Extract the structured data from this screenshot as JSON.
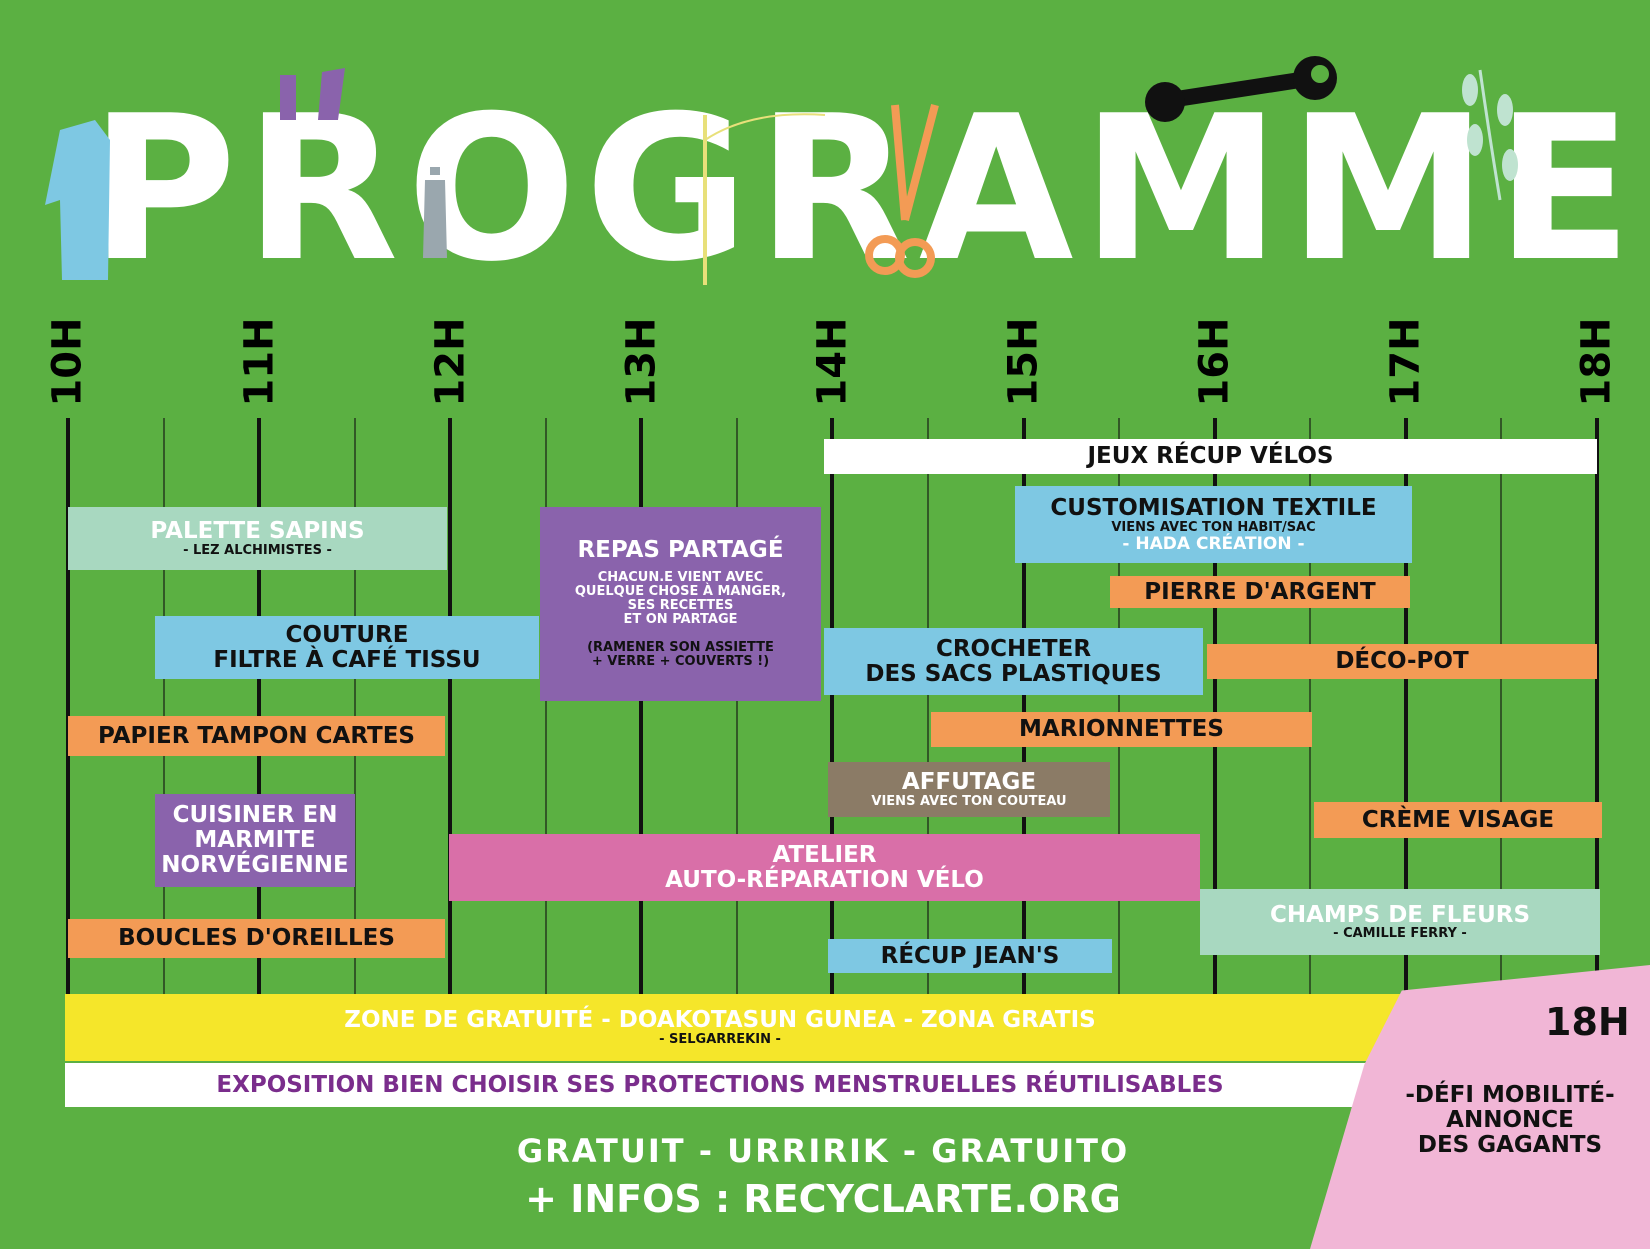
{
  "title": "PROGRAMME",
  "hours": [
    "10H",
    "11H",
    "12H",
    "13H",
    "14H",
    "15H",
    "16H",
    "17H",
    "18H"
  ],
  "events": {
    "jeux": {
      "title": "JEUX RÉCUP VÉLOS"
    },
    "palette": {
      "title": "PALETTE SAPINS",
      "org": "- LEZ ALCHIMISTES -"
    },
    "repas": {
      "title": "REPAS PARTAGÉ",
      "l1": "CHACUN.E VIENT AVEC",
      "l2": "QUELQUE CHOSE À MANGER,",
      "l3": "SES RECETTES",
      "l4": "ET ON PARTAGE",
      "n1": "(RAMENER SON ASSIETTE",
      "n2": "+ VERRE + COUVERTS !)"
    },
    "custom": {
      "title": "CUSTOMISATION TEXTILE",
      "sub": "VIENS AVEC TON HABIT/SAC",
      "org": "- HADA CRÉATION -"
    },
    "pierre": {
      "title": "PIERRE D'ARGENT"
    },
    "couture": {
      "l1": "COUTURE",
      "l2": "FILTRE À CAFÉ TISSU"
    },
    "crocheter": {
      "l1": "CROCHETER",
      "l2": "DES SACS PLASTIQUES"
    },
    "deco": {
      "title": "DÉCO-POT"
    },
    "papier": {
      "title": "PAPIER TAMPON CARTES"
    },
    "marionnettes": {
      "title": "MARIONNETTES"
    },
    "affutage": {
      "title": "AFFUTAGE",
      "sub": "VIENS AVEC TON COUTEAU"
    },
    "creme": {
      "title": "CRÈME VISAGE"
    },
    "cuisiner": {
      "l1": "CUISINER EN",
      "l2": "MARMITE",
      "l3": "NORVÉGIENNE"
    },
    "atelier": {
      "l1": "ATELIER",
      "l2": "AUTO-RÉPARATION VÉLO"
    },
    "champs": {
      "title": "CHAMPS DE FLEURS",
      "org": "- CAMILLE FERRY -"
    },
    "boucles": {
      "title": "BOUCLES D'OREILLES"
    },
    "jean": {
      "title": "RÉCUP JEAN'S"
    }
  },
  "zone": {
    "title": "ZONE DE GRATUITÉ - DOAKOTASUN GUNEA - ZONA GRATIS",
    "org": "- SELGARREKIN -"
  },
  "expo": "EXPOSITION BIEN CHOISIR SES PROTECTIONS MENSTRUELLES RÉUTILISABLES",
  "defi": {
    "time": "18H",
    "l1": "-DÉFI MOBILITÉ-",
    "l2": "ANNONCE",
    "l3": "DES GAGANTS"
  },
  "footer": {
    "l1": "GRATUIT - URRIRIK - GRATUITO",
    "l2": "+ INFOS : RECYCLARTE.ORG"
  }
}
